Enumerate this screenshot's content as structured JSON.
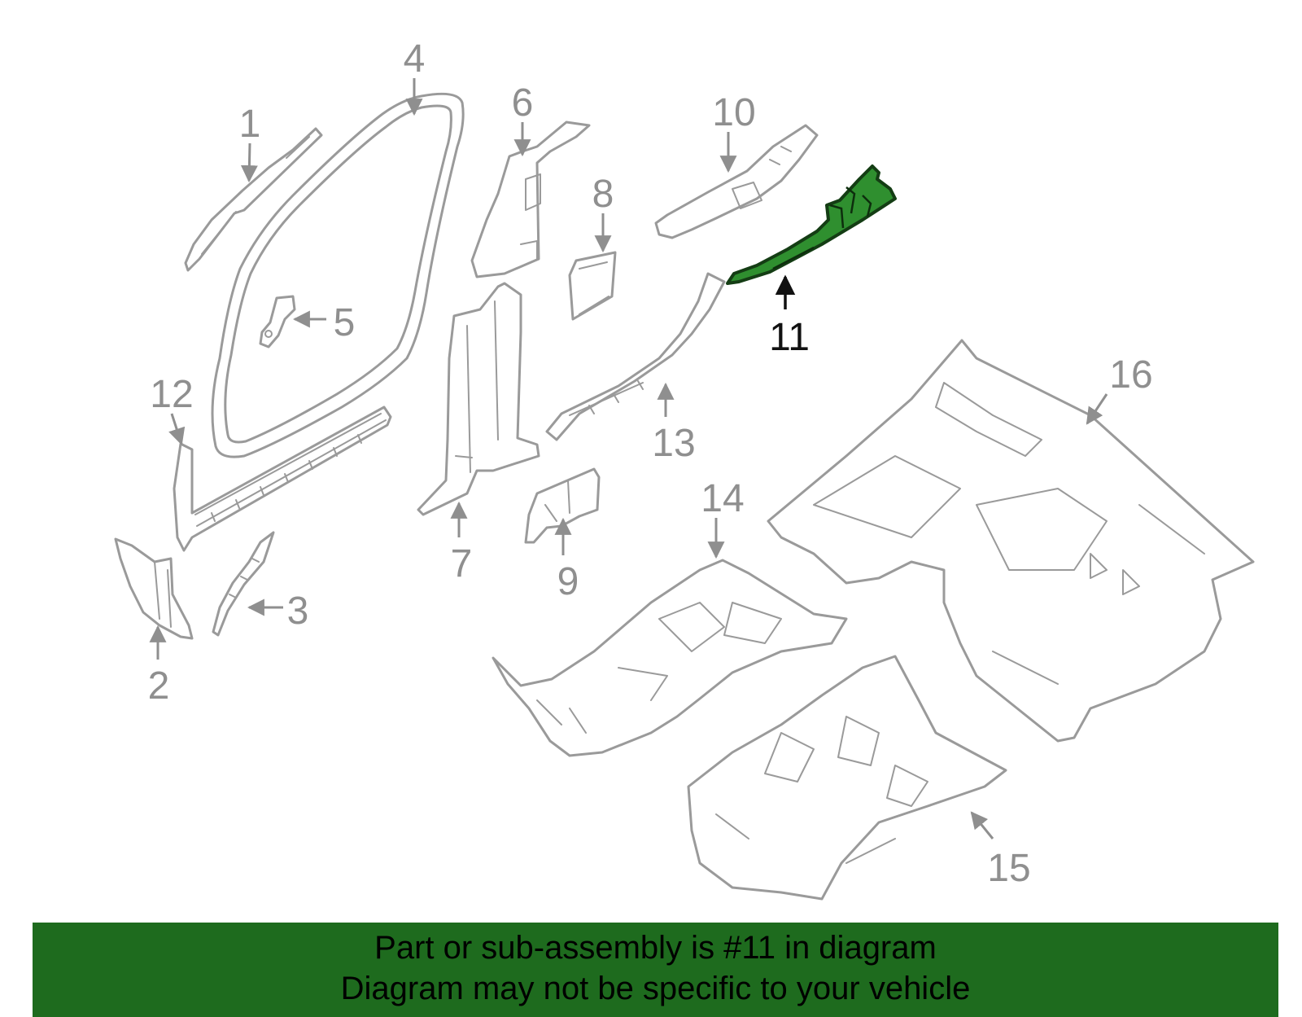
{
  "callouts": {
    "c1": "1",
    "c2": "2",
    "c3": "3",
    "c4": "4",
    "c5": "5",
    "c6": "6",
    "c7": "7",
    "c8": "8",
    "c9": "9",
    "c10": "10",
    "c11": "11",
    "c12": "12",
    "c13": "13",
    "c14": "14",
    "c15": "15",
    "c16": "16"
  },
  "highlighted_part": "11",
  "colors": {
    "banner": "#1e6b1e",
    "highlight": "#2f8f2f",
    "outline": "#9a9a9a"
  },
  "banner": {
    "line1": "Part or sub-assembly is #11 in diagram",
    "line2": "Diagram may not be specific to your vehicle"
  }
}
